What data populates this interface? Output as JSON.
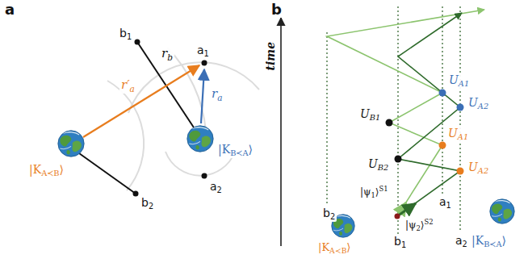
{
  "diagram": {
    "labels": [
      "a",
      "b1",
      "rb",
      "a1",
      "r′a",
      "ra",
      "|KA≺B⟩",
      "|KB≺A⟩",
      "a2",
      "b2",
      "b",
      "time",
      "UA1",
      "UA2",
      "UB1",
      "UA1",
      "UB2",
      "UA2",
      "|ψ1⟩S1",
      "|ψ2⟩S2",
      "a1",
      "b2",
      "a2",
      "|KB≺A⟩",
      "b1",
      "|KA≺B⟩"
    ]
  }
}
